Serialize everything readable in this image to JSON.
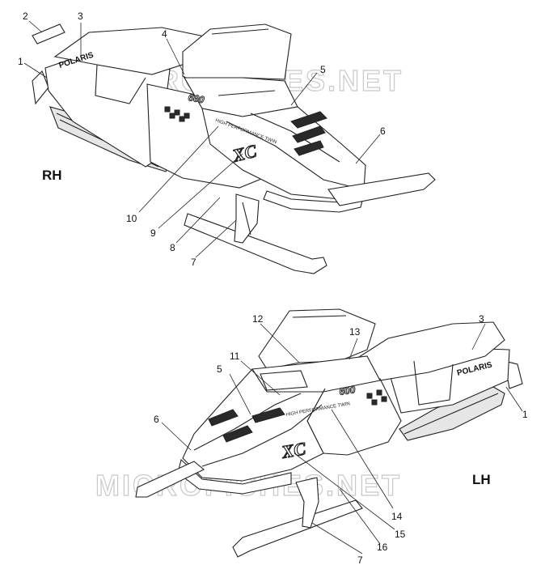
{
  "views": [
    {
      "label": "RH"
    },
    {
      "label": "LH"
    }
  ],
  "watermark": {
    "text": "MICROFICHES.NET"
  },
  "decals": {
    "brand": "POLARIS",
    "model": "XC",
    "engine": "600",
    "tagline": "HIGH PERFORMANCE TWIN"
  },
  "rh_callouts": [
    "1",
    "2",
    "3",
    "4",
    "5",
    "6",
    "7",
    "8",
    "9",
    "10"
  ],
  "lh_callouts": [
    "12",
    "13",
    "3",
    "11",
    "5",
    "6",
    "1",
    "14",
    "15",
    "16",
    "7"
  ],
  "colors": {
    "line": "#222222",
    "watermark": "#c9c9c9",
    "background": "#ffffff"
  }
}
